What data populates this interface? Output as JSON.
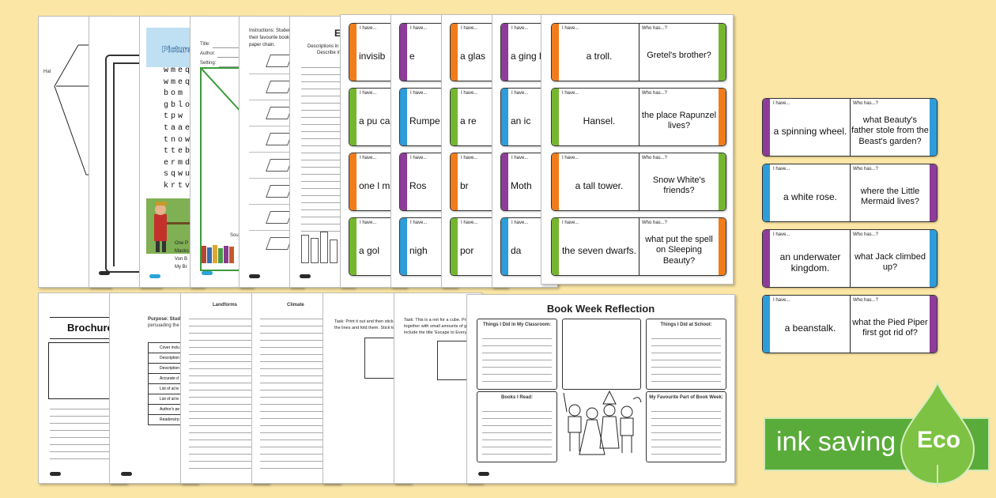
{
  "colors": {
    "background": "#fbe6a5",
    "purple": "#8e3c99",
    "orange": "#f07c1a",
    "green": "#74b72e",
    "blue": "#2e9cd8",
    "eco_green": "#5aac3a"
  },
  "sheets": {
    "kite_label": "Hat",
    "picture_title": "Picture",
    "wordsearch_rows": [
      "wmeq",
      "wmeq",
      "bom",
      "gblo",
      "tpw",
      "taaet",
      "tnow",
      "tteb",
      "ermd",
      "sqwu",
      "krtv"
    ],
    "wordsearch_footer": [
      "One P",
      "Macko",
      "Von B",
      "My Br"
    ],
    "form_fields": [
      "Title:",
      "Author:",
      "Setting:"
    ],
    "form_source": "Sou",
    "instructions_text": [
      "Instructions: Students",
      "their favourite book. B",
      "paper chain."
    ],
    "e_title": "E",
    "e_desc": [
      "Descriptions in two",
      "Describe in"
    ],
    "brochure_title": "Brochure",
    "purpose_text": "Purpose: Students",
    "purpose_sub": "persuading the reade",
    "checklist_rows": [
      "Cover inclu",
      "Description",
      "Description",
      "Accurate d",
      "List of at le",
      "List of at le",
      "Author's pe",
      "Readers/rp"
    ],
    "landforms_title": "Landforms",
    "climate_title": "Climate",
    "task1_text": [
      "Task: Print it out and then stick it",
      "the lines and fold them. Stick tog"
    ],
    "task2_text": [
      "Task: This is a net for a cube. Prin",
      "together with small amounts of gl",
      "include the title 'Escape to Every"
    ],
    "reflection": {
      "title": "Book Week Reflection",
      "box1": "Things I Did in My Classroom:",
      "box2": "Things I Did at School:",
      "box3": "Books I Read:",
      "box4": "My Favourite Part of Book Week:"
    }
  },
  "cards": {
    "i_have": "I have...",
    "who_has": "Who has...?",
    "columns": [
      {
        "items": [
          {
            "t": "invisib",
            "c": "orange"
          },
          {
            "t": "a pu cam",
            "c": "green"
          },
          {
            "t": "one l mat",
            "c": "orange"
          },
          {
            "t": "a gol",
            "c": "green"
          }
        ]
      },
      {
        "items": [
          {
            "t": "e",
            "c": "purple"
          },
          {
            "t": "Rumpe",
            "c": "blue"
          },
          {
            "t": "Ros",
            "c": "purple"
          },
          {
            "t": "nigh",
            "c": "blue"
          }
        ]
      },
      {
        "items": [
          {
            "t": "a glas",
            "c": "orange"
          },
          {
            "t": "a re",
            "c": "green"
          },
          {
            "t": "br",
            "c": "orange"
          },
          {
            "t": "por",
            "c": "green"
          }
        ]
      },
      {
        "items": [
          {
            "t": "a ging h",
            "c": "purple"
          },
          {
            "t": "an ic",
            "c": "blue"
          },
          {
            "t": "Moth",
            "c": "purple"
          },
          {
            "t": "da",
            "c": "blue"
          }
        ]
      }
    ],
    "main": [
      {
        "have": "a troll.",
        "who": "Gretel's brother?",
        "lc": "orange",
        "rc": "green"
      },
      {
        "have": "Hansel.",
        "who": "the place Rapunzel lives?",
        "lc": "green",
        "rc": "orange"
      },
      {
        "have": "a tall tower.",
        "who": "Snow White's friends?",
        "lc": "orange",
        "rc": "green"
      },
      {
        "have": "the seven dwarfs.",
        "who": "what put the spell on Sleeping Beauty?",
        "lc": "green",
        "rc": "orange"
      }
    ],
    "right": [
      {
        "have": "a spinning wheel.",
        "who": "what Beauty's father stole from the Beast's garden?",
        "lc": "purple",
        "rc": "blue"
      },
      {
        "have": "a white rose.",
        "who": "where the Little Mermaid lives?",
        "lc": "blue",
        "rc": "purple"
      },
      {
        "have": "an underwater kingdom.",
        "who": "what Jack climbed up?",
        "lc": "purple",
        "rc": "blue"
      },
      {
        "have": "a beanstalk.",
        "who": "what the Pied Piper first got rid of?",
        "lc": "blue",
        "rc": "purple"
      }
    ]
  },
  "eco": {
    "text": "ink saving",
    "badge": "Eco"
  }
}
